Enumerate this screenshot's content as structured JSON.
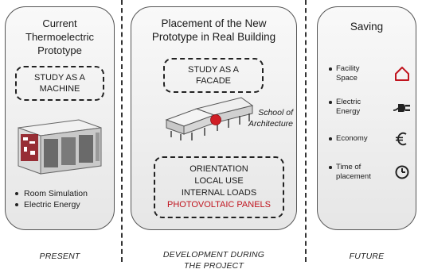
{
  "present": {
    "title_lines": [
      "Current",
      "Thermoelectric",
      "Prototype"
    ],
    "box_lines": [
      "STUDY AS A",
      "MACHINE"
    ],
    "bullets": [
      "Room Simulation",
      "Electric Energy"
    ],
    "caption": "PRESENT"
  },
  "development": {
    "title_lines": [
      "Placement of the New",
      "Prototype in Real Building"
    ],
    "box_lines": [
      "STUDY AS A",
      "FACADE"
    ],
    "building_label_lines": [
      "School of",
      "Architecture"
    ],
    "factors": [
      "ORIENTATION",
      "LOCAL USE",
      "INTERNAL LOADS",
      "PHOTOVOLTAIC PANELS"
    ],
    "caption_lines": [
      "DEVELOPMENT DURING",
      "THE PROJECT"
    ]
  },
  "future": {
    "title": "Saving",
    "items": [
      {
        "label_lines": [
          "Facility",
          "Space"
        ],
        "icon": "house-icon"
      },
      {
        "label_lines": [
          "Electric",
          "Energy"
        ],
        "icon": "plug-icon"
      },
      {
        "label_lines": [
          "Economy"
        ],
        "icon": "euro-icon"
      },
      {
        "label_lines": [
          "Time of",
          "placement"
        ],
        "icon": "clock-icon"
      }
    ],
    "caption": "FUTURE"
  },
  "colors": {
    "accent": "#c0141e",
    "ink": "#1a1a1a",
    "panel_border": "#555555"
  }
}
